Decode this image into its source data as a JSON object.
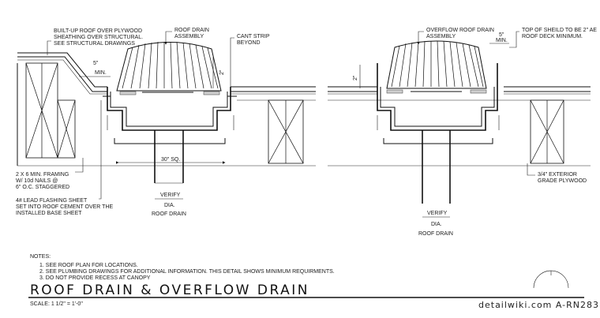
{
  "labels": {
    "builtup_roof": [
      "BUILT-UP ROOF OVER PLYWOOD",
      "SHEATHING OVER STRUCTURAL.",
      "SEE STRUCTURAL DRAWINGS"
    ],
    "roof_drain_assembly": [
      "ROOF DRAIN",
      "ASSEMBLY"
    ],
    "cant_strip": [
      "CANT STRIP",
      "BEYOND"
    ],
    "overflow_assembly": [
      "OVERFLOW ROOF DRAIN",
      "ASSEMBLY"
    ],
    "top_of_shield": [
      "TOP OF SHEILD TO BE 2\" AE",
      "ROOF DECK MINIMUM."
    ],
    "framing": [
      "2 X 6 MIN. FRAMING",
      "W/ 10d NAILS @",
      "6\" O.C. STAGGERED"
    ],
    "flashing": [
      "4# LEAD FLASHING SHEET",
      "SET INTO ROOF CEMENT OVER THE",
      "INSTALLED BASE SHEET"
    ],
    "plywood": [
      "3/4\" EXTERIOR",
      "GRADE PLYWOOD"
    ]
  },
  "dims": {
    "five_in": "5\"",
    "min": "MIN.",
    "two_in": "2\"",
    "thirty_sq": "30\" SQ.",
    "verify": "VERIFY",
    "dia": "DIA.",
    "roof_drain": "ROOF DRAIN"
  },
  "notes": {
    "heading": "NOTES:",
    "items": [
      "1. SEE ROOF PLAN FOR LOCATIONS.",
      "2. SEE PLUMBING DRAWINGS FOR ADDITIONAL INFORMATION. THIS DETAIL SHOWS MINIMUM REQUIRMENTS.",
      "3. DO NOT PROVIDE RECESS AT CANOPY"
    ]
  },
  "title": "ROOF DRAIN & OVERFLOW DRAIN",
  "scale": "SCALE: 1 1/2\" = 1'-0\"",
  "branding": "detailwiki.com   A-RN283"
}
